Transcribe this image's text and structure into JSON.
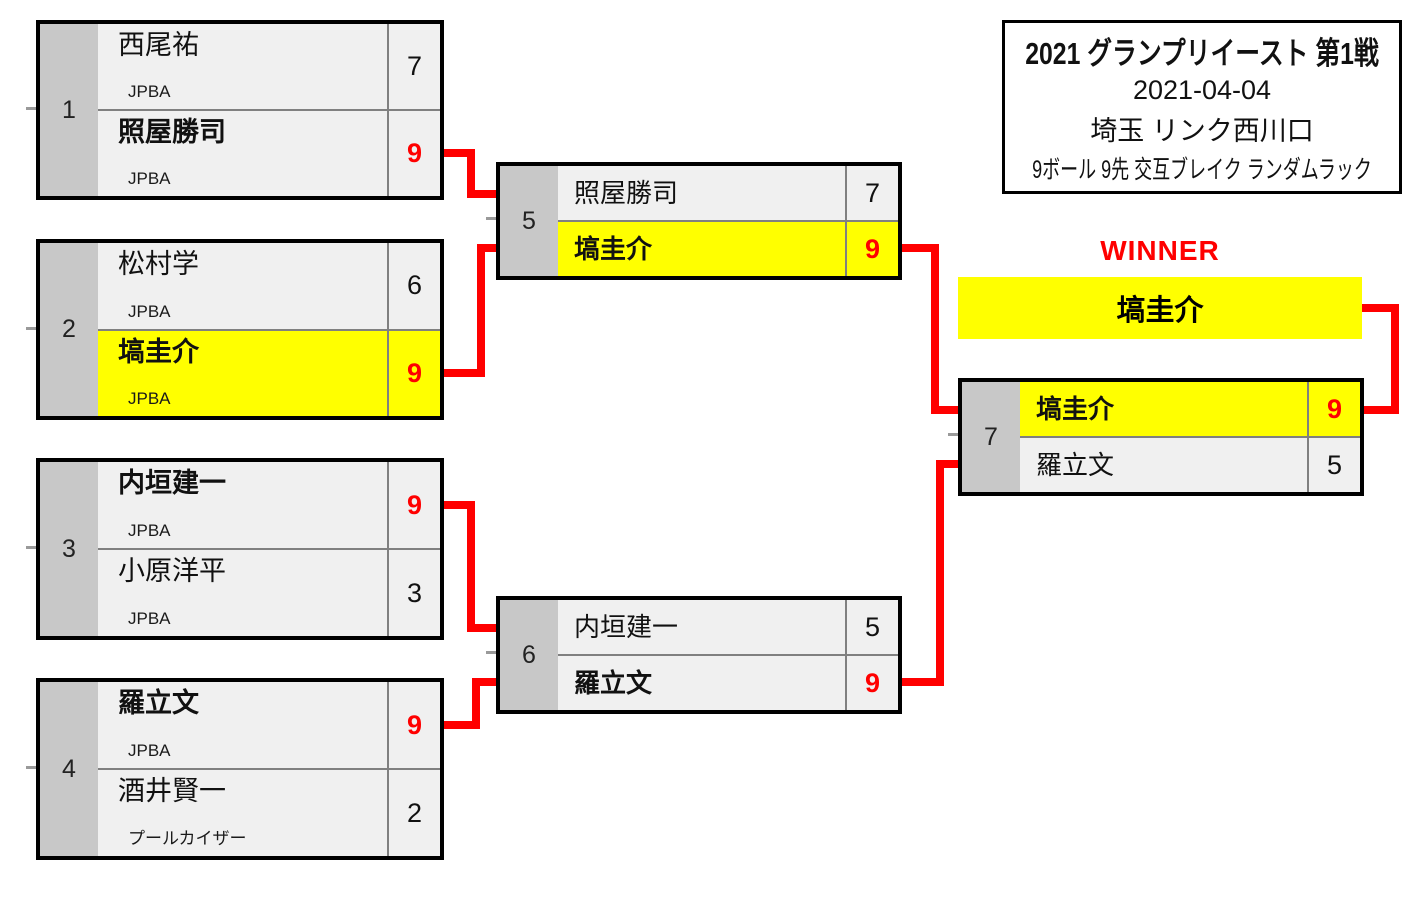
{
  "tournament": {
    "title": "2021 グランプリイースト 第1戦",
    "date": "2021-04-04",
    "venue": "埼玉 リンク西川口",
    "format": "9ボール 9先 交互ブレイク ランダムラック"
  },
  "winner_label": "WINNER",
  "champion": "塙圭介",
  "colors": {
    "highlight_yellow": "#ffff00",
    "win_score_red": "#ff0000",
    "connector_red": "#ff0000",
    "number_column_gray": "#c8c8c8",
    "cell_gray": "#f0f0f0"
  },
  "matches": [
    {
      "number": "1",
      "players": [
        {
          "name": "西尾祐",
          "affiliation": "JPBA",
          "score": "7",
          "winner": false,
          "highlight": false
        },
        {
          "name": "照屋勝司",
          "affiliation": "JPBA",
          "score": "9",
          "winner": true,
          "highlight": false
        }
      ]
    },
    {
      "number": "2",
      "players": [
        {
          "name": "松村学",
          "affiliation": "JPBA",
          "score": "6",
          "winner": false,
          "highlight": false
        },
        {
          "name": "塙圭介",
          "affiliation": "JPBA",
          "score": "9",
          "winner": true,
          "highlight": true
        }
      ]
    },
    {
      "number": "3",
      "players": [
        {
          "name": "内垣建一",
          "affiliation": "JPBA",
          "score": "9",
          "winner": true,
          "highlight": false
        },
        {
          "name": "小原洋平",
          "affiliation": "JPBA",
          "score": "3",
          "winner": false,
          "highlight": false
        }
      ]
    },
    {
      "number": "4",
      "players": [
        {
          "name": "羅立文",
          "affiliation": "JPBA",
          "score": "9",
          "winner": true,
          "highlight": false
        },
        {
          "name": "酒井賢一",
          "affiliation": "プールカイザー",
          "score": "2",
          "winner": false,
          "highlight": false
        }
      ]
    },
    {
      "number": "5",
      "players": [
        {
          "name": "照屋勝司",
          "score": "7",
          "winner": false,
          "highlight": false
        },
        {
          "name": "塙圭介",
          "score": "9",
          "winner": true,
          "highlight": true
        }
      ]
    },
    {
      "number": "6",
      "players": [
        {
          "name": "内垣建一",
          "score": "5",
          "winner": false,
          "highlight": false
        },
        {
          "name": "羅立文",
          "score": "9",
          "winner": true,
          "highlight": false
        }
      ]
    },
    {
      "number": "7",
      "players": [
        {
          "name": "塙圭介",
          "score": "9",
          "winner": true,
          "highlight": true
        },
        {
          "name": "羅立文",
          "score": "5",
          "winner": false,
          "highlight": false
        }
      ]
    }
  ]
}
